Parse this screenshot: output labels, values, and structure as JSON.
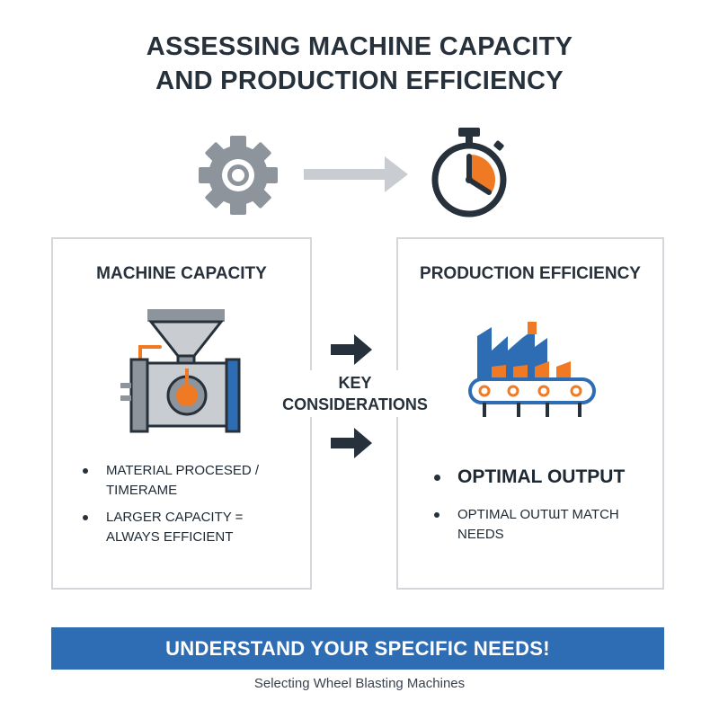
{
  "title": {
    "line1": "ASSESSING MACHINE CAPACITY",
    "line2": "AND PRODUCTION EFFICIENCY"
  },
  "icons": {
    "top_left": "gear-icon",
    "top_arrow": "arrow-right-icon",
    "top_right": "stopwatch-icon",
    "left_panel": "machine-hopper-icon",
    "right_panel": "factory-conveyor-icon",
    "center_arrows": "arrow-right-icon"
  },
  "left_panel": {
    "title": "MACHINE CAPACITY",
    "bullets": [
      {
        "text": "MATERIAL PROCESED / TIMERAME"
      },
      {
        "text": "LARGER CAPACITY = ALWAYS EFFICIENT"
      }
    ]
  },
  "center": {
    "line1": "KEY",
    "line2": "CONSIDERATIONS"
  },
  "right_panel": {
    "title": "PRODUCTION EFFICIENCY",
    "bullets": [
      {
        "text": "OPTIMAL OUTPUT"
      },
      {
        "text": "OPTIMAL OUTƜT MATCH NEEDS"
      }
    ]
  },
  "banner": "UNDERSTAND YOUR SPECIFIC NEEDS!",
  "footer": "Selecting Wheel Blasting Machines",
  "colors": {
    "accent_orange": "#f07a24",
    "accent_blue": "#2e6db3",
    "dark": "#27313b",
    "gray": "#8d949c",
    "light_gray": "#c9cdd2"
  }
}
